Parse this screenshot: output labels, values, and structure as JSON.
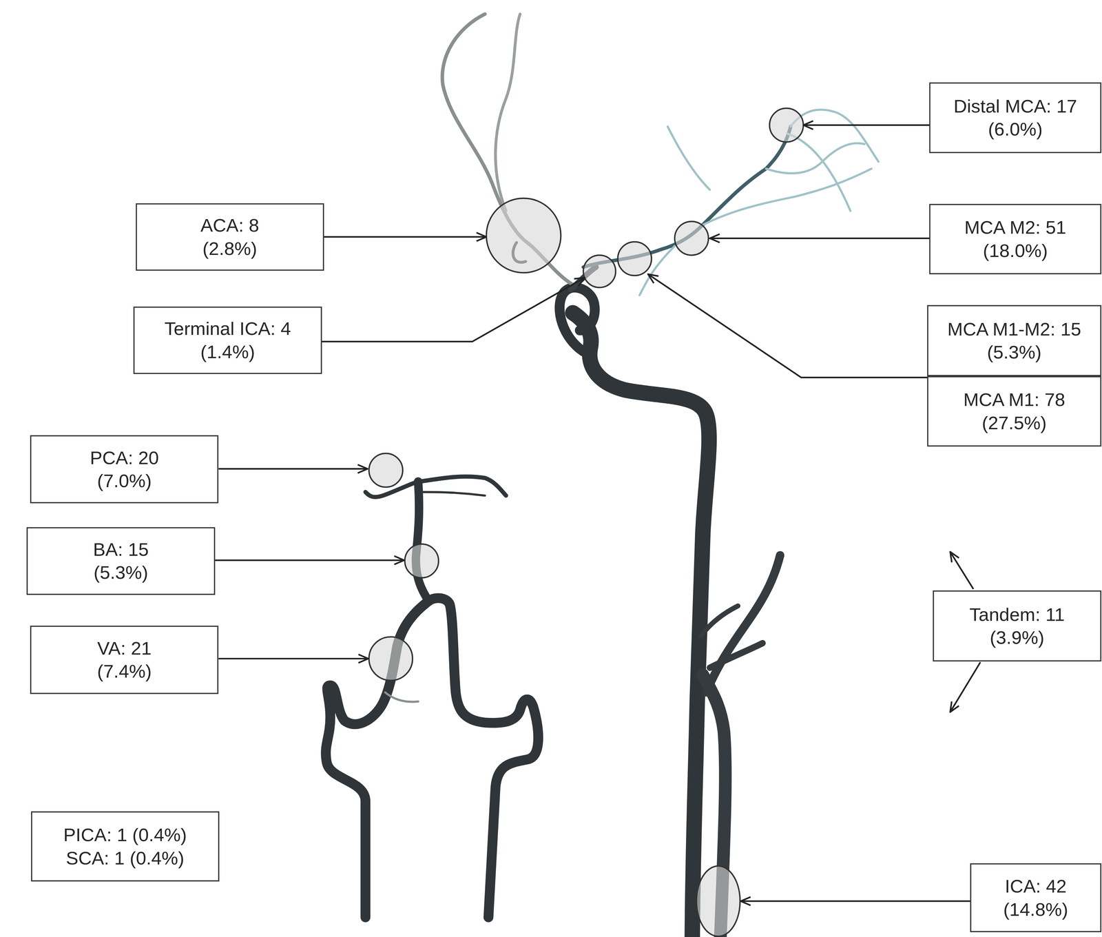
{
  "diagram": {
    "nodes": [
      {
        "text": [
          "Distal MCA: 17",
          "(6.0%)"
        ]
      },
      {
        "text": [
          "ACA: 8",
          "(2.8%)"
        ]
      },
      {
        "text": [
          "MCA M2: 51",
          "(18.0%)"
        ]
      },
      {
        "text": [
          "Terminal ICA: 4",
          "(1.4%)"
        ]
      },
      {
        "text": [
          "MCA M1-M2: 15",
          "(5.3%)"
        ]
      },
      {
        "text": [
          "MCA M1: 78",
          "(27.5%)"
        ]
      },
      {
        "text": [
          "PCA: 20",
          "(7.0%)"
        ]
      },
      {
        "text": [
          "BA: 15",
          "(5.3%)"
        ]
      },
      {
        "text": [
          "Tandem: 11",
          "(3.9%)"
        ]
      },
      {
        "text": [
          "VA: 21",
          "(7.4%)"
        ]
      },
      {
        "text": [
          "PICA: 1 (0.4%)",
          "SCA: 1 (0.4%)"
        ]
      },
      {
        "text": [
          "ICA: 42",
          "(14.8%)"
        ]
      }
    ]
  }
}
